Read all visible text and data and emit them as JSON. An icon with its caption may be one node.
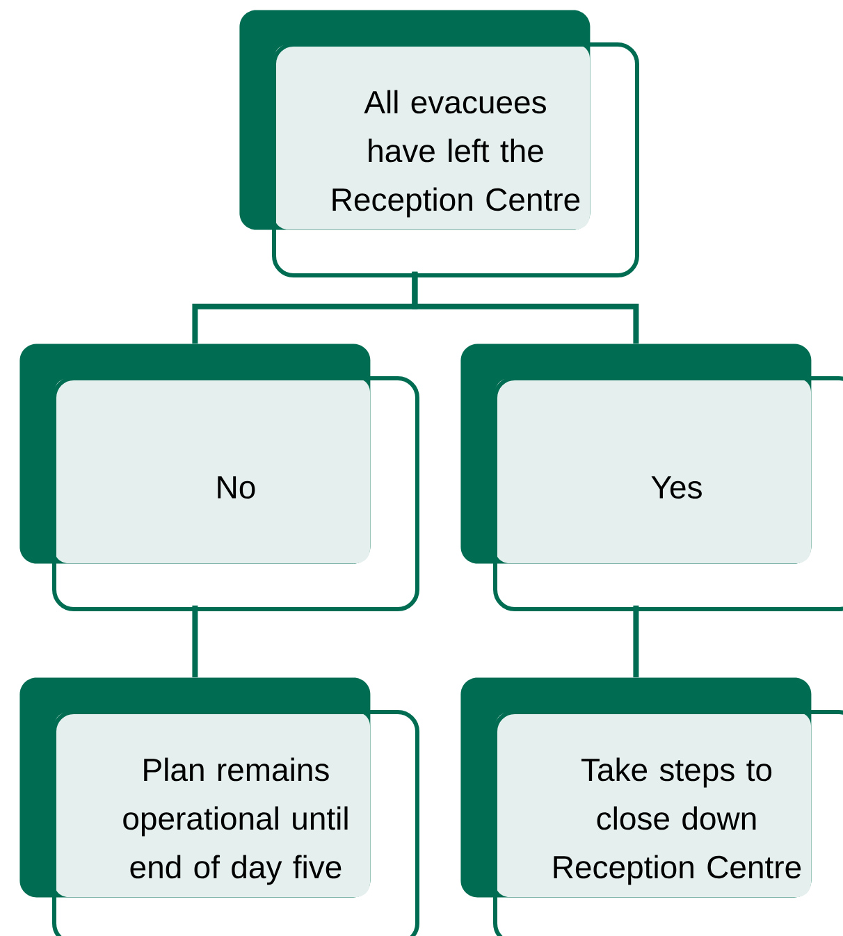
{
  "diagram": {
    "nodes": [
      {
        "text": [
          "All evacuees have left the Reception Centre"
        ]
      },
      {
        "text": [
          "No"
        ]
      },
      {
        "text": [
          "Yes"
        ]
      },
      {
        "text": [
          "Plan remains operational until end of day five"
        ]
      },
      {
        "text": [
          "Take steps to close down Reception Centre"
        ]
      }
    ],
    "edges": [
      {
        "from": 0,
        "to": 1,
        "arrow": "none"
      },
      {
        "from": 0,
        "to": 2,
        "arrow": "none"
      },
      {
        "from": 1,
        "to": 3,
        "arrow": "none"
      },
      {
        "from": 2,
        "to": 4,
        "arrow": "none"
      }
    ]
  }
}
